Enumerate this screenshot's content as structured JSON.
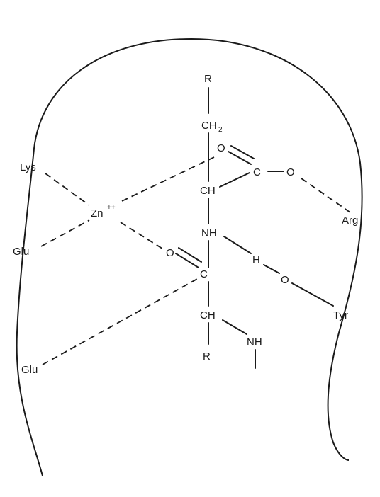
{
  "diagram": {
    "residues": {
      "lys": "Lys",
      "glu_upper": "Glu",
      "glu_lower": "Glu",
      "arg": "Arg",
      "tyr": "Tyr"
    },
    "metal": {
      "symbol": "Zn",
      "charge": "++"
    },
    "substrate": {
      "r_top": "R",
      "ch2": "CH",
      "ch2_sub": "2",
      "carbonyl_o_upper": "O",
      "carboxyl_c": "C",
      "carboxyl_o": "O",
      "alpha_ch": "CH",
      "nh": "NH",
      "h": "H",
      "tyr_o": "O",
      "carbonyl_o_lower": "O",
      "peptide_c": "C",
      "ch_lower": "CH",
      "nh_lower": "NH",
      "r_bottom": "R"
    }
  }
}
